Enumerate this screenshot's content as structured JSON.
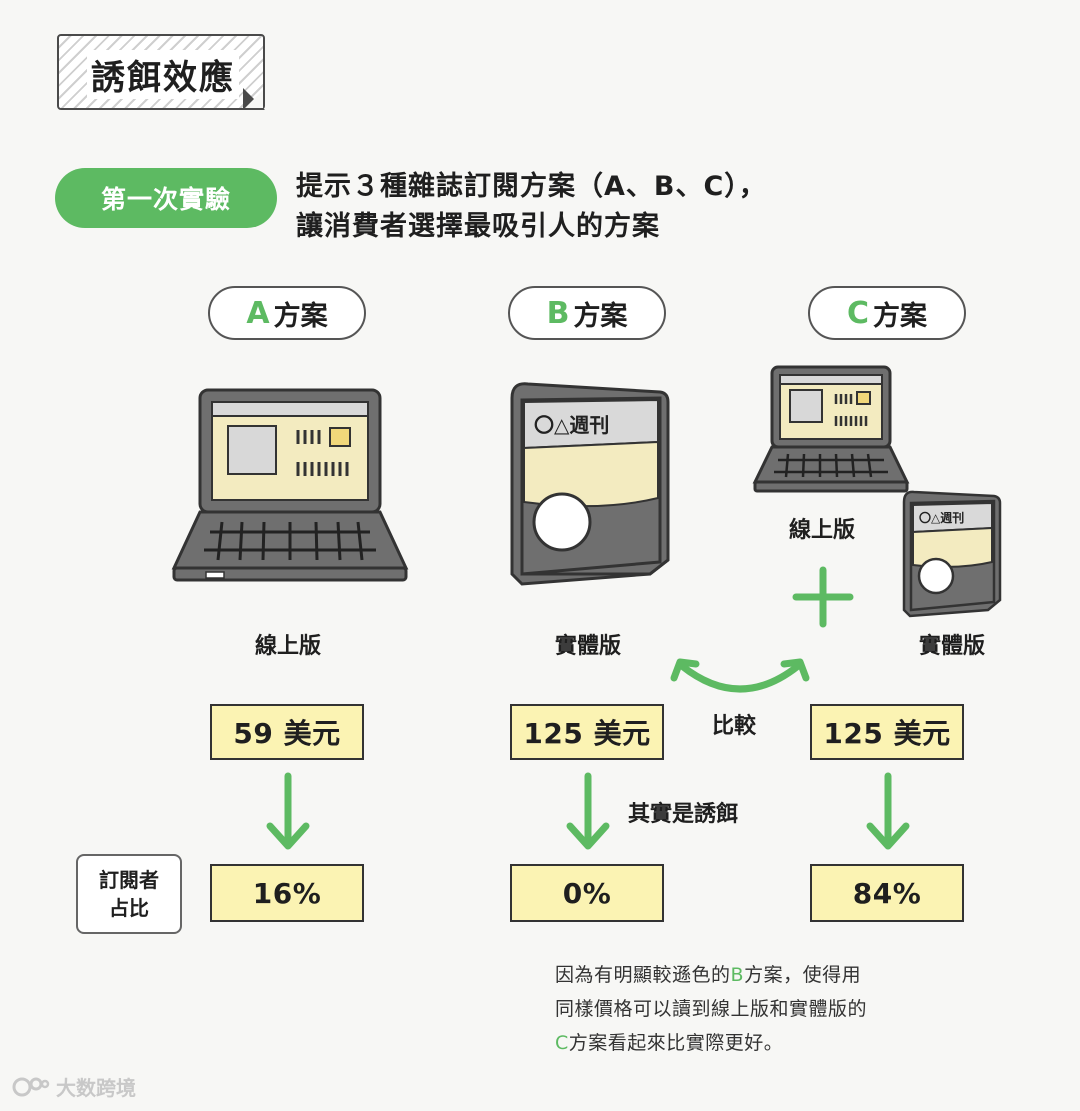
{
  "title": "誘餌效應",
  "experiment_label": "第一次實驗",
  "description": {
    "line1": "提示３種雜誌訂閱方案（A、B、C），",
    "line2": "讓消費者選擇最吸引人的方案"
  },
  "plans": [
    {
      "letter": "A",
      "suffix": "方案",
      "version": "線上版",
      "price": "59 美元",
      "share": "16%"
    },
    {
      "letter": "B",
      "suffix": "方案",
      "version": "實體版",
      "price": "125 美元",
      "share": "0%"
    },
    {
      "letter": "C",
      "suffix": "方案",
      "version_online": "線上版",
      "version_print": "實體版",
      "price": "125 美元",
      "share": "84%"
    }
  ],
  "magazine_title": "〇△週刊",
  "compare_label": "比較",
  "decoy_label": "其實是誘餌",
  "legend": {
    "line1": "訂閱者",
    "line2": "占比"
  },
  "note": {
    "line1_pre": "因為有明顯較遜色的",
    "line1_letter": "B",
    "line1_post": "方案，使得用",
    "line2": "同樣價格可以讀到線上版和實體版的",
    "line3_letter": "C",
    "line3_post": "方案看起來比實際更好。"
  },
  "watermark": "大数跨境",
  "colors": {
    "accent": "#5dba62",
    "highlight": "#fbf3b3",
    "panel": "#f3ebc0"
  }
}
